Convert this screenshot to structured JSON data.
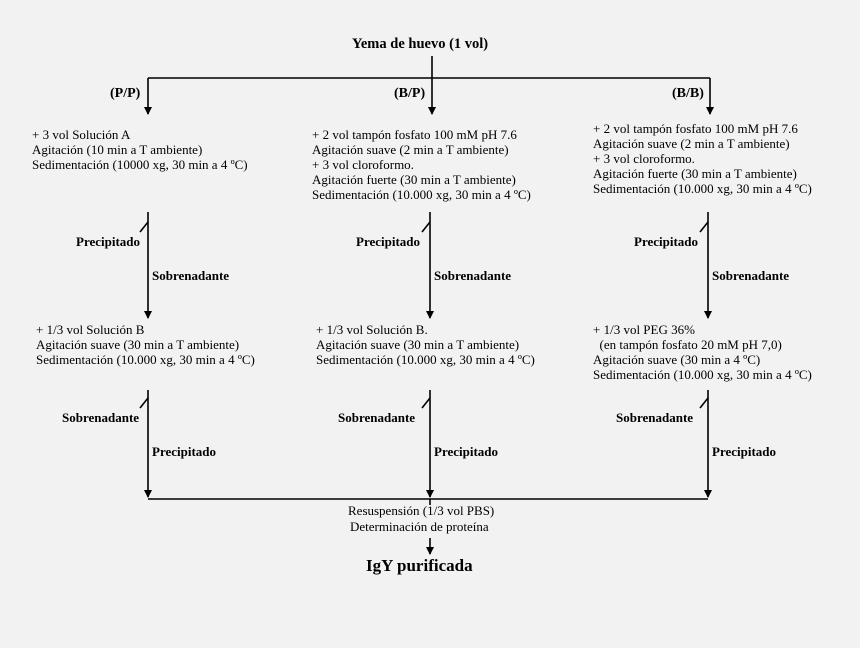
{
  "top": {
    "title": "Yema de huevo (1  vol)"
  },
  "columns": [
    {
      "label": "(P/P)",
      "step1": [
        "+ 3 vol Solución A",
        "Agitación (10 min a T ambiente)",
        "Sedimentación (10000 xg, 30 min a 4 ºC)"
      ],
      "discard1": "Precipitado",
      "keep1": "Sobrenadante",
      "step2": [
        "+ 1/3 vol Solución B",
        "Agitación suave (30 min a T ambiente)",
        "Sedimentación (10.000 xg, 30 min a 4 ºC)"
      ],
      "discard2": "Sobrenadante",
      "keep2": "Precipitado"
    },
    {
      "label": "(B/P)",
      "step1": [
        "+ 2 vol tampón fosfato 100 mM pH 7.6",
        "Agitación suave (2 min a T ambiente)",
        "+ 3 vol cloroformo.",
        "Agitación fuerte (30 min  a T ambiente)",
        "Sedimentación (10.000 xg, 30 min a 4 ºC)"
      ],
      "discard1": "Precipitado",
      "keep1": "Sobrenadante",
      "step2": [
        "+ 1/3 vol Solución B.",
        "Agitación suave (30 min a T ambiente)",
        "Sedimentación (10.000 xg, 30 min a 4 ºC)"
      ],
      "discard2": "Sobrenadante",
      "keep2": "Precipitado"
    },
    {
      "label": "(B/B)",
      "step1": [
        "+ 2 vol tampón fosfato 100 mM pH 7.6",
        "Agitación suave (2 min a T ambiente)",
        "+ 3 vol cloroformo.",
        "Agitación fuerte (30 min  a T ambiente)",
        "Sedimentación (10.000 xg, 30 min a 4 ºC)"
      ],
      "discard1": "Precipitado",
      "keep1": "Sobrenadante",
      "step2": [
        "+ 1/3 vol PEG 36%",
        "  (en tampón fosfato 20 mM pH 7,0)",
        "Agitación suave (30 min a 4 ºC)",
        "Sedimentación (10.000 xg, 30 min a 4 ºC)"
      ],
      "discard2": "Sobrenadante",
      "keep2": "Precipitado"
    }
  ],
  "final": {
    "lines": [
      "Resuspensión (1/3 vol PBS)",
      "Determinación de proteína"
    ],
    "result": "IgY purificada"
  }
}
